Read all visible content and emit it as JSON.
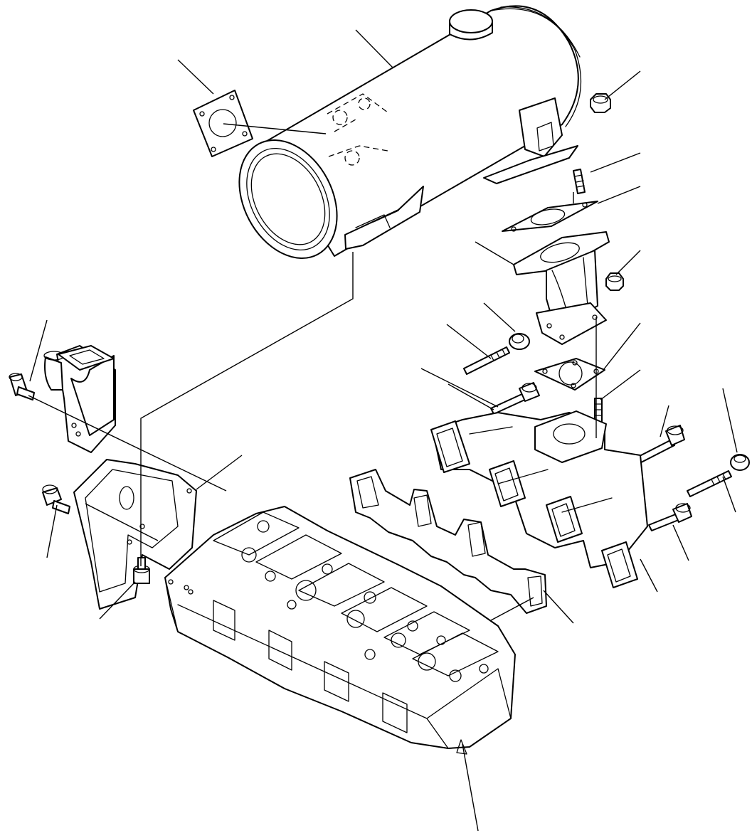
{
  "diagram": {
    "type": "exploded parts diagram",
    "parts": [
      "muffler",
      "muffler-gasket",
      "muffler-nut",
      "stud",
      "outlet-gasket",
      "exhaust-elbow",
      "elbow-nut",
      "washer",
      "stud-bolt",
      "manifold-gasket",
      "manifold-stud",
      "exhaust-manifold",
      "long-bolt",
      "manifold-bolt",
      "exhaust-gasket",
      "manifold-nut",
      "muffler-bracket",
      "bracket-bolt",
      "bracket-plate",
      "plate-bolt",
      "bracket-screw",
      "cylinder-head"
    ],
    "callout_labels": []
  }
}
